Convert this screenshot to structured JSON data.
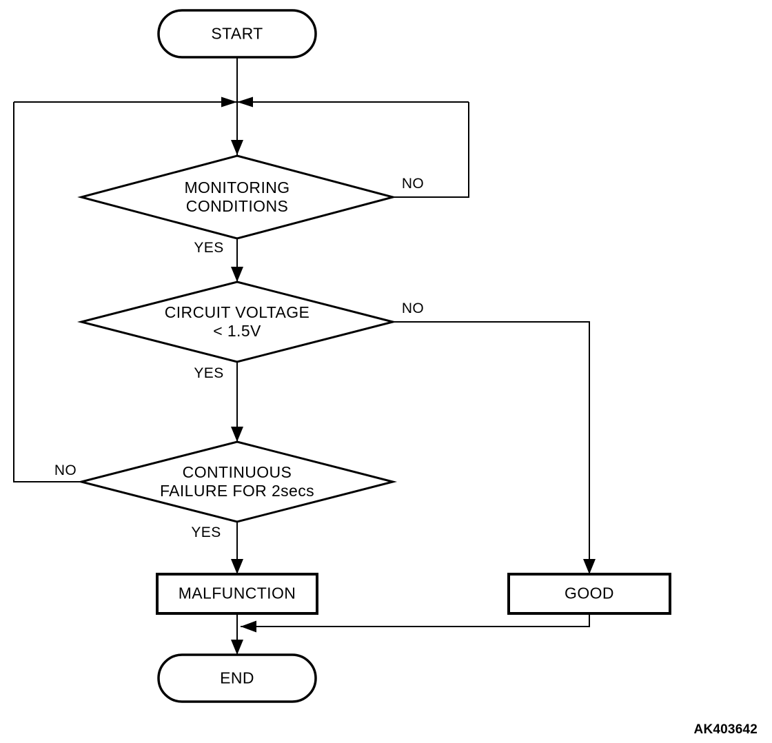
{
  "figure": {
    "code": "AK403642",
    "background_color": "#ffffff",
    "line_color": "#000000"
  },
  "nodes": {
    "start": {
      "label": "START",
      "shape": "terminator"
    },
    "monitoring": {
      "label": "MONITORING\nCONDITIONS",
      "shape": "decision"
    },
    "voltage": {
      "label": "CIRCUIT VOLTAGE\n< 1.5V",
      "shape": "decision"
    },
    "failure": {
      "label": "CONTINUOUS\nFAILURE FOR 2secs",
      "shape": "decision"
    },
    "malfunction": {
      "label": "MALFUNCTION",
      "shape": "process"
    },
    "good": {
      "label": "GOOD",
      "shape": "process"
    },
    "end": {
      "label": "END",
      "shape": "terminator"
    }
  },
  "edges": {
    "monitoring_no": {
      "label": "NO"
    },
    "monitoring_yes": {
      "label": "YES"
    },
    "voltage_no": {
      "label": "NO"
    },
    "voltage_yes": {
      "label": "YES"
    },
    "failure_no": {
      "label": "NO"
    },
    "failure_yes": {
      "label": "YES"
    }
  }
}
